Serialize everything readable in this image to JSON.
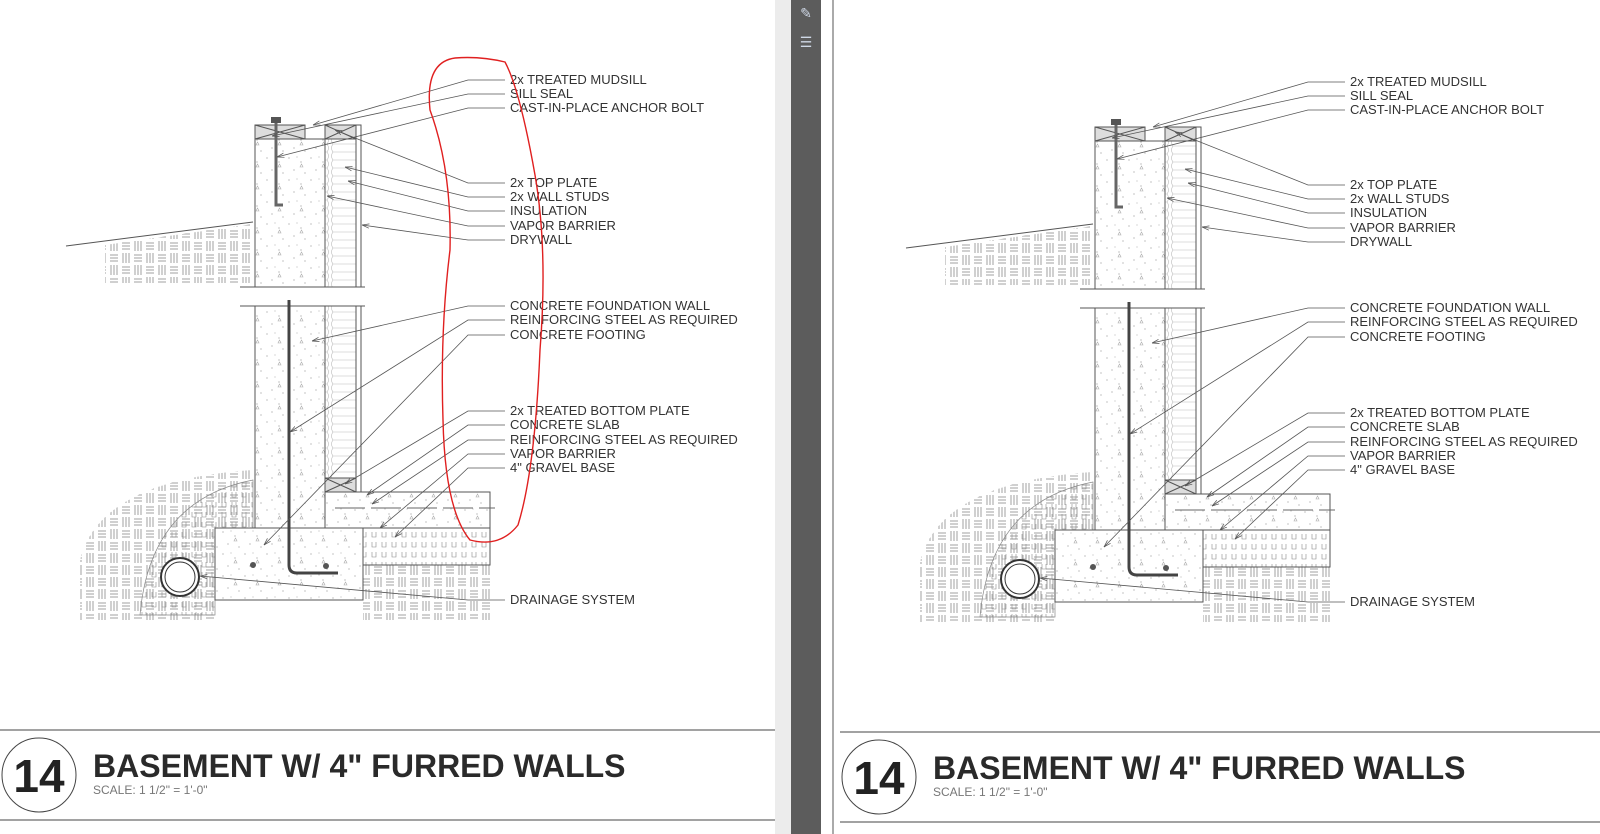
{
  "viewer": {
    "toolbar_icons": [
      "comment-pen-icon",
      "tree-outline-icon"
    ]
  },
  "colors": {
    "markup_red": "#e02020",
    "line": "#555555",
    "toolbar": "#5c5c5c"
  },
  "panels": [
    {
      "name": "left",
      "detail_number": "14",
      "title": "BASEMENT W/ 4\" FURRED WALLS",
      "scale": "SCALE: 1 1/2\" = 1'-0\"",
      "has_markup": true
    },
    {
      "name": "right",
      "detail_number": "14",
      "title": "BASEMENT W/ 4\" FURRED WALLS",
      "scale": "SCALE: 1 1/2\" = 1'-0\"",
      "has_markup": false
    }
  ],
  "callouts": [
    "2x TREATED MUDSILL",
    "SILL SEAL",
    "CAST-IN-PLACE ANCHOR BOLT",
    "2x TOP PLATE",
    "2x WALL STUDS",
    "INSULATION",
    "VAPOR BARRIER",
    "DRYWALL",
    "CONCRETE FOUNDATION WALL",
    "REINFORCING STEEL AS REQUIRED",
    "CONCRETE FOOTING",
    "2x TREATED BOTTOM PLATE",
    "CONCRETE SLAB",
    "REINFORCING STEEL AS REQUIRED",
    "VAPOR BARRIER",
    "4\" GRAVEL BASE",
    "DRAINAGE SYSTEM"
  ]
}
